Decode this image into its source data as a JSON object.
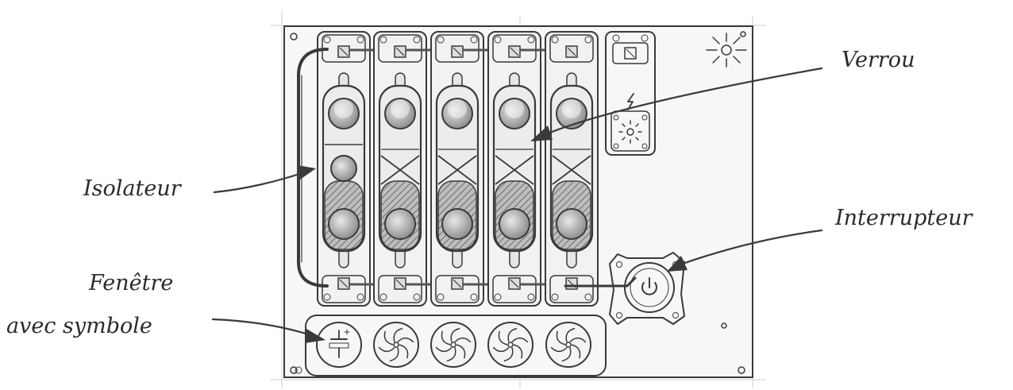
{
  "labels": {
    "verrou": "Verrou",
    "isolateur": "Isolateur",
    "interrupteur": "Interrupteur",
    "fenetre_line1": "Fenêtre",
    "fenetre_line2": "avec symbole"
  },
  "colors": {
    "ink": "#3a3a3a",
    "shade": "#8a8a8a",
    "panel": "#f7f7f5",
    "text": "#2b2b2b"
  },
  "icons": {
    "power": "power-icon",
    "sun": "sun-icon",
    "bolt": "lightning-bolt-icon",
    "fan": "fan-icon",
    "battery": "battery-icon"
  }
}
